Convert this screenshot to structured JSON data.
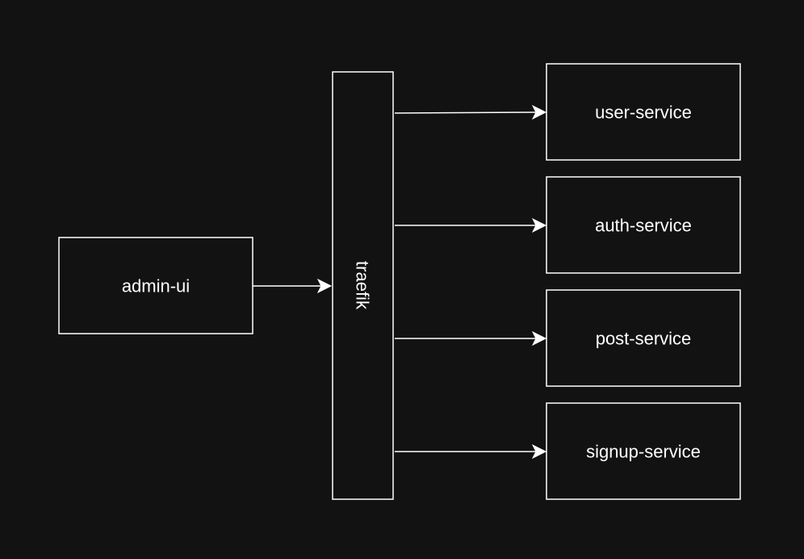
{
  "diagram": {
    "colors": {
      "background": "#121212",
      "stroke": "#ffffff",
      "text": "#ffffff"
    },
    "nodes": {
      "admin_ui": {
        "label": "admin-ui"
      },
      "traefik": {
        "label": "traefik"
      },
      "user_service": {
        "label": "user-service"
      },
      "auth_service": {
        "label": "auth-service"
      },
      "post_service": {
        "label": "post-service"
      },
      "signup_service": {
        "label": "signup-service"
      }
    },
    "edges": [
      {
        "from": "admin-ui",
        "to": "traefik"
      },
      {
        "from": "traefik",
        "to": "user-service"
      },
      {
        "from": "traefik",
        "to": "auth-service"
      },
      {
        "from": "traefik",
        "to": "post-service"
      },
      {
        "from": "traefik",
        "to": "signup-service"
      }
    ]
  }
}
